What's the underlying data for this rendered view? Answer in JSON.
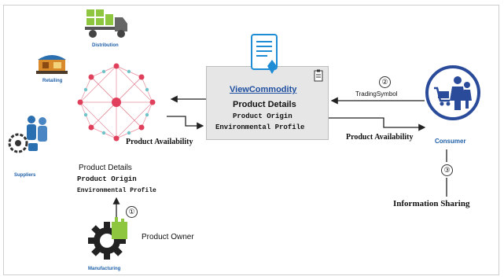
{
  "nodes": {
    "distribution": "Distribution",
    "retailing": "Retailing",
    "suppliers": "Suppliers",
    "manufacturing": "Manufacturing",
    "consumer": "Consumer"
  },
  "view_commodity": {
    "title": "ViewCommodity",
    "line1": "Product Details",
    "line2": "Product Origin",
    "line3": "Environmental Profile"
  },
  "left_info": {
    "line1": "Product Details",
    "line2": "Product Origin",
    "line3": "Environmental Profile"
  },
  "labels": {
    "product_availability_left": "Product Availability",
    "product_availability_right": "Product Availability",
    "trading_symbol": "TradingSymbol",
    "product_owner": "Product Owner",
    "information_sharing": "Information Sharing"
  },
  "steps": {
    "one": "①",
    "two": "②",
    "three": "③"
  },
  "colors": {
    "accent_blue": "#1f5fa8",
    "network_node": "#e0405c",
    "network_edge": "#e58c9c",
    "network_node_alt": "#6fc3c8",
    "box_fill": "#e6e6e6"
  }
}
